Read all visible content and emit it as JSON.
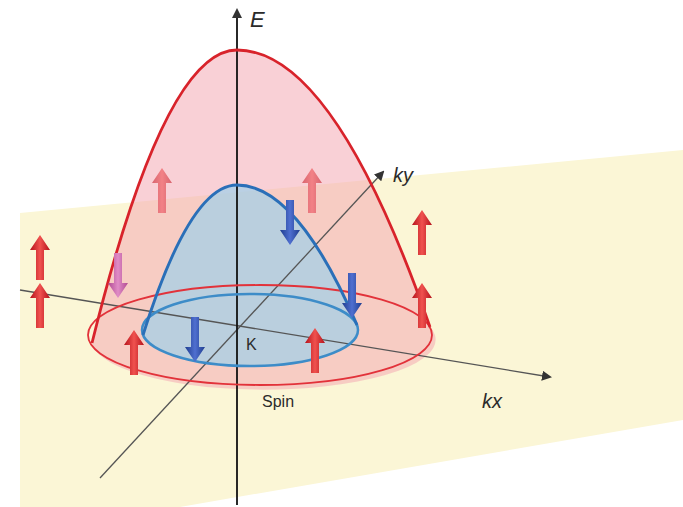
{
  "diagram": {
    "labels": [
      "E",
      "ky",
      "kx",
      "K",
      "Spin"
    ]
  }
}
